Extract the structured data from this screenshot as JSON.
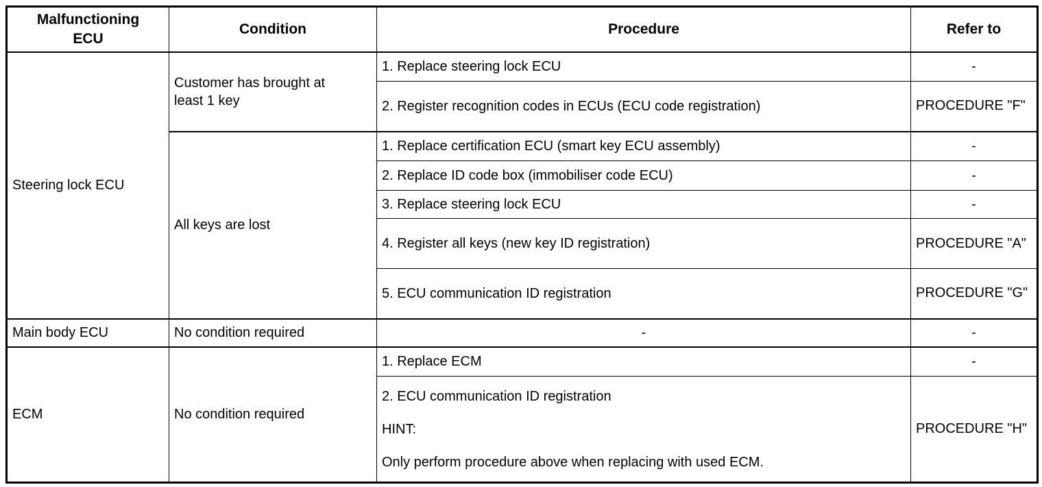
{
  "header": {
    "malfunctioning_ecu": "Malfunctioning\nECU",
    "condition": "Condition",
    "procedure": "Procedure",
    "refer_to": "Refer to"
  },
  "rows": {
    "steering_lock": {
      "ecu": "Steering lock ECU",
      "groups": [
        {
          "condition": "Customer has brought at\nleast 1 key",
          "steps": [
            {
              "procedure": "1. Replace steering lock ECU",
              "refer_to": "-"
            },
            {
              "procedure": "2. Register recognition codes in ECUs (ECU code registration)",
              "refer_to": "PROCEDURE \"F\""
            }
          ]
        },
        {
          "condition": "All keys are lost",
          "steps": [
            {
              "procedure": "1. Replace certification ECU (smart key ECU assembly)",
              "refer_to": "-"
            },
            {
              "procedure": "2. Replace ID code box (immobiliser code ECU)",
              "refer_to": "-"
            },
            {
              "procedure": "3. Replace steering lock ECU",
              "refer_to": "-"
            },
            {
              "procedure": "4. Register all keys (new key ID registration)",
              "refer_to": "PROCEDURE \"A\""
            },
            {
              "procedure": "5. ECU communication ID registration",
              "refer_to": "PROCEDURE \"G\""
            }
          ]
        }
      ]
    },
    "main_body": {
      "ecu": "Main body ECU",
      "condition": "No condition required",
      "procedure": "-",
      "refer_to": "-"
    },
    "ecm": {
      "ecu": "ECM",
      "condition": "No condition required",
      "steps": [
        {
          "procedure": "1. Replace ECM",
          "refer_to": "-"
        },
        {
          "procedure": "2. ECU communication ID registration\n\nHINT:\n\nOnly perform procedure above when replacing with used ECM.",
          "refer_to": "PROCEDURE \"H\""
        }
      ]
    }
  }
}
